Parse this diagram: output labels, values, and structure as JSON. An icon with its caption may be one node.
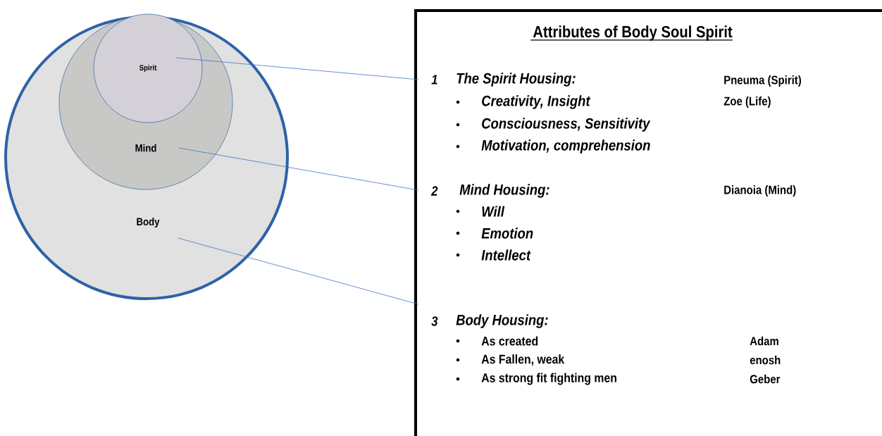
{
  "diagram": {
    "title": "Attributes of Body Soul Spirit",
    "nodes": [
      {
        "text": [
          "Body"
        ]
      },
      {
        "text": [
          "Mind"
        ],
        "in": 0
      },
      {
        "text": [
          "Spirit"
        ],
        "in": 1
      },
      {
        "text": [],
        "shape": "box"
      },
      {
        "text": [
          "1",
          "The Spirit  Housing:",
          "Creativity, Insight",
          "Consciousness, Sensitivity",
          "Motivation, comprehension",
          "Pneuma (Spirit)",
          "Zoe (Life)"
        ],
        "in": 3
      },
      {
        "text": [
          "2",
          "Mind Housing:",
          "Will",
          "Emotion",
          "Intellect",
          "Dianoia (Mind)"
        ],
        "in": 3
      },
      {
        "text": [
          "3",
          "Body Housing:",
          "As created",
          "As Fallen, weak",
          "As strong fit fighting men",
          "Adam",
          "enosh",
          "Geber"
        ],
        "in": 3
      }
    ],
    "edges": [
      {
        "from": 2,
        "to": 4,
        "arrow": "none"
      },
      {
        "from": 1,
        "to": 5,
        "arrow": "none"
      },
      {
        "from": 0,
        "to": 6,
        "arrow": "none"
      }
    ]
  }
}
